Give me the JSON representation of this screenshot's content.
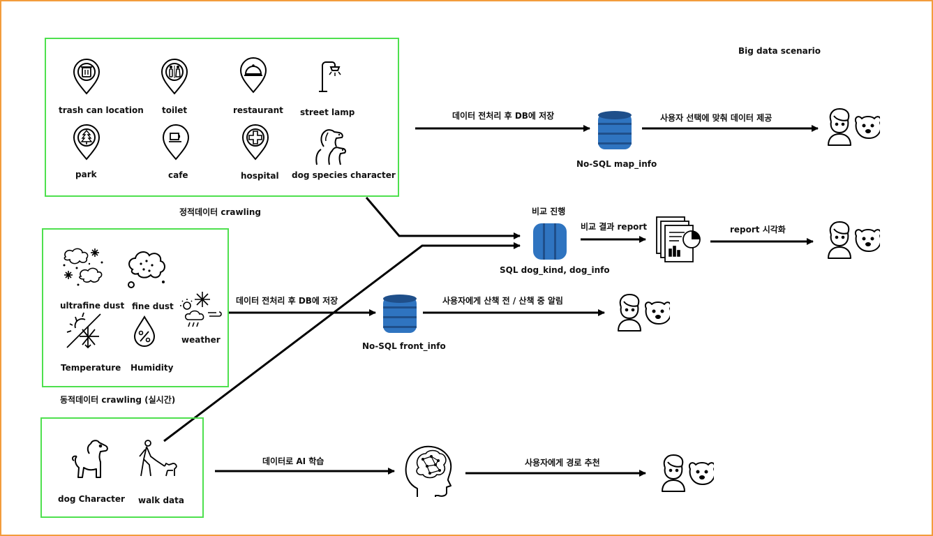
{
  "title": "Big data scenario",
  "static_group": {
    "caption": "정적데이터 crawling",
    "items": {
      "trash": "trash can location",
      "toilet": "toilet",
      "restaurant": "restaurant",
      "lamp": "street lamp",
      "park": "park",
      "cafe": "cafe",
      "hospital": "hospital",
      "dog_species": "dog species character"
    }
  },
  "dynamic_group": {
    "caption": "동적데이터 crawling (실시간)",
    "items": {
      "ultrafine": "ultrafine dust",
      "fine": "fine dust",
      "weather": "weather",
      "temperature": "Temperature",
      "humidity": "Humidity"
    }
  },
  "walk_group": {
    "items": {
      "dog_character": "dog Character",
      "walk_data": "walk data"
    }
  },
  "flow": {
    "top_edge_1": "데이터 전처리 후 DB에 저장",
    "top_db": "No-SQL map_info",
    "top_edge_2": "사용자 선택에 맞춰 데이터 제공",
    "compare_title": "비교 진행",
    "mid_db": "SQL dog_kind, dog_info",
    "mid_edge_1": "비교 결과 report",
    "mid_edge_2": "report 시각화",
    "front_edge_1": "데이터 전처리 후 DB에 저장",
    "front_db": "No-SQL front_info",
    "front_edge_2": "사용자에게 산책 전 / 산책 중 알림",
    "ai_edge_1": "데이터로 AI 학습",
    "ai_edge_2": "사용자에게 경로 추천"
  },
  "colors": {
    "frame": "#f39c3c",
    "group_border": "#4ee04e",
    "db_blue": "#2f74c0"
  },
  "icons": [
    "trash-pin-icon",
    "toilet-pin-icon",
    "restaurant-pin-icon",
    "street-lamp-icon",
    "park-pin-icon",
    "cafe-pin-icon",
    "hospital-pin-icon",
    "dog-species-icon",
    "ultrafine-dust-icon",
    "fine-dust-icon",
    "weather-icon",
    "temperature-icon",
    "humidity-icon",
    "dog-character-icon",
    "walk-data-icon",
    "database-icon",
    "report-icon",
    "ai-brain-icon",
    "user-dog-icon"
  ]
}
